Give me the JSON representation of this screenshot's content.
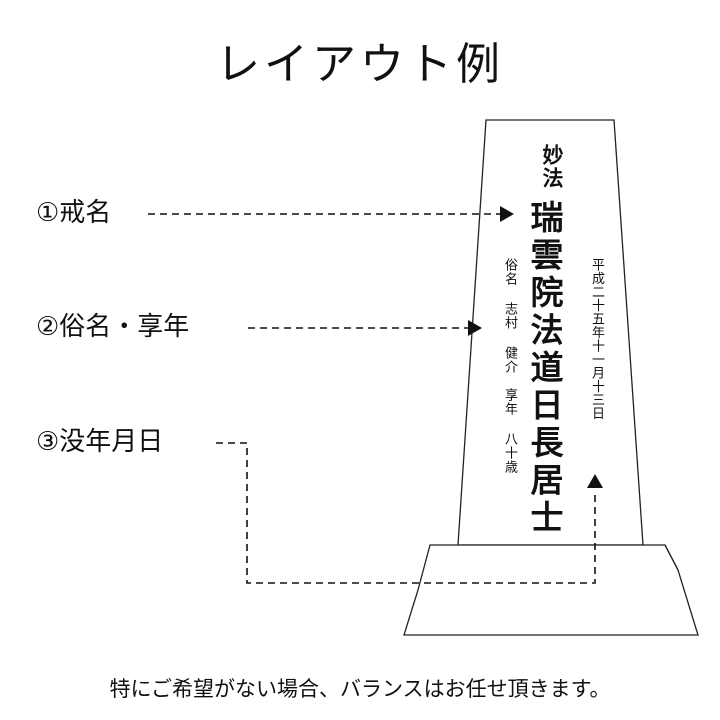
{
  "title": "レイアウト例",
  "labels": {
    "kaimyo": "①戒名",
    "zokumyo": "②俗名・享年",
    "botsunengappi": "③没年月日"
  },
  "stone": {
    "upper_small": "妙法",
    "kaimyo": "瑞雲院法道日長居士",
    "zokumyo": "俗名 志村 健介",
    "kyonen": "享年 八十歳",
    "date": "平成二十五年十一月十三日"
  },
  "note": "特にご希望がない場合、バランスはお任せ頂きます。"
}
